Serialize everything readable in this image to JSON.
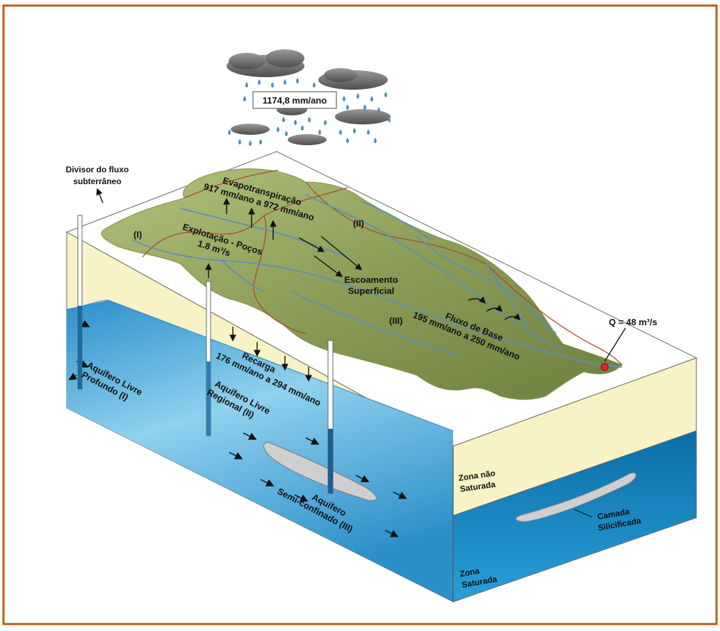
{
  "rainfall": "1174,8 mm/ano",
  "labels": {
    "divisor": [
      "Divisor do fluxo",
      "subterrâneo"
    ],
    "evapo": [
      "Evapotranspiração",
      "917 mm/ano a 972 mm/ano"
    ],
    "explot": [
      "Explotação - Poços",
      "1.8 m³/s"
    ],
    "region_i": "(I)",
    "region_ii": "(II)",
    "region_iii": "(III)",
    "escoamento": [
      "Escoamento",
      "Superficial"
    ],
    "fluxo_base": [
      "Fluxo de Base",
      "195 mm/ano a 250 mm/ano"
    ],
    "discharge": "Q = 48 m³/s",
    "recarga": [
      "Recarga",
      "176 mm/ano a 294 mm/ano"
    ],
    "aq_profundo": [
      "Aquífero Livre",
      "Profundo (I)"
    ],
    "aq_regional": [
      "Aquífero Livre",
      "Regional (II)"
    ],
    "aq_semi": [
      "Aquífero",
      "Semi-confinado (III)"
    ],
    "zona_nao": [
      "Zona não",
      "Saturada"
    ],
    "camada": [
      "Camada",
      "Silicificada"
    ],
    "zona_sat": [
      "Zona",
      "Saturada"
    ]
  },
  "colors": {
    "border": "#c05a12",
    "unsaturated": "#f7f3c6",
    "saturated_dark": "#0a77b5",
    "saturated_light": "#8ed0ec",
    "terrain": "#8a9c55",
    "river": "#5d8fb7",
    "basin_boundary": "#a94a2c",
    "cloud": "#8c8c8c"
  }
}
